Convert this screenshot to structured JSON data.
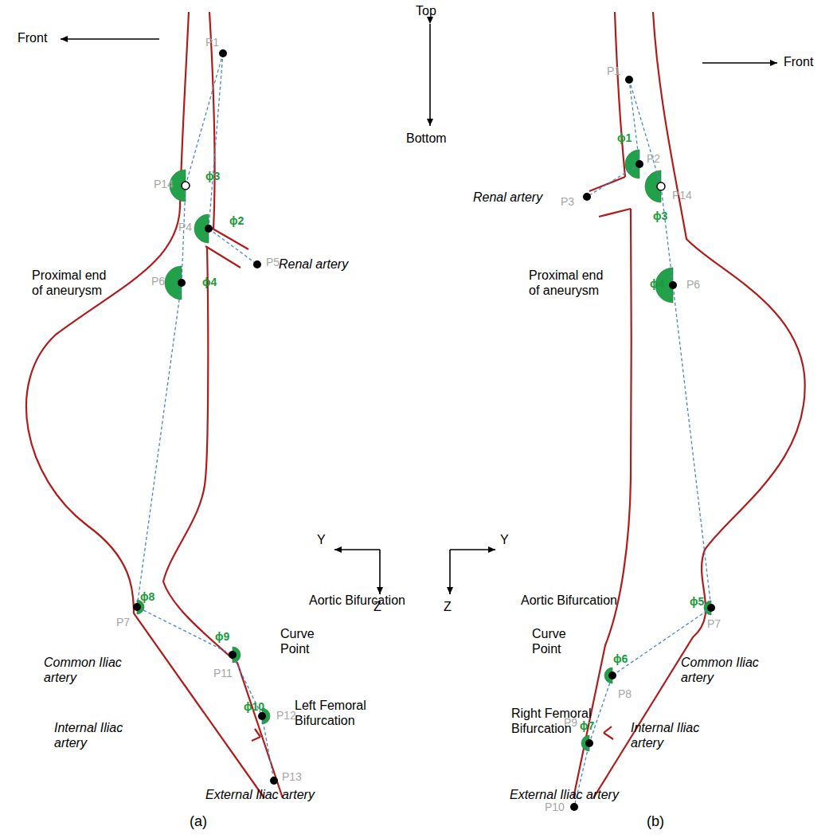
{
  "diagram": {
    "labels": [
      "Top",
      "Bottom",
      "Front",
      "Front",
      "P1",
      "P14",
      "ϕ3",
      "P4",
      "ϕ2",
      "P5",
      "Renal artery",
      "P6",
      "ϕ4",
      "Proximal end of aneurysm",
      "Y",
      "Z",
      "ϕ8",
      "P7",
      "Aortic Bifurcation",
      "ϕ9",
      "P11",
      "Curve Point",
      "Common Iliac artery",
      "ϕ10",
      "P12",
      "Left Femoral Bifurcation",
      "Internal Iliac artery",
      "P13",
      "External Iliac artery",
      "(a)",
      "P1",
      "ϕ1",
      "P2",
      "P3",
      "Renal artery",
      "P14",
      "ϕ3",
      "ϕ4",
      "P6",
      "Proximal end of aneurysm",
      "Y",
      "Z",
      "ϕ5",
      "P7",
      "Aortic Bifurcation",
      "ϕ6",
      "P8",
      "Curve Point",
      "Common Iliac artery",
      "ϕ7",
      "P9",
      "Right Femoral Bifurcation",
      "P10",
      "Internal Iliac artery",
      "External Iliac artery",
      "(b)"
    ]
  }
}
